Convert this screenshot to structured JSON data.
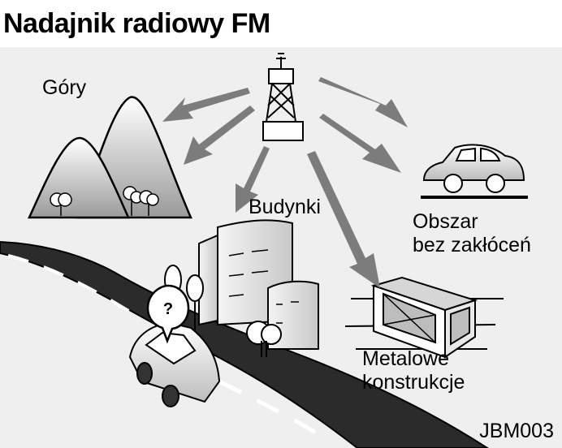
{
  "title": "Nadajnik radiowy FM",
  "labels": {
    "mountains": "Góry",
    "buildings": "Budynki",
    "clear_area_line1": "Obszar",
    "clear_area_line2": "bez zakłóceń",
    "metal_line1": "Metalowe",
    "metal_line2": "konstrukcje",
    "question_mark": "?"
  },
  "figure_code": "JBM003",
  "colors": {
    "background": "#ffffff",
    "panel": "#efefef",
    "ink": "#000000",
    "road": "#2b2b2b",
    "arrow": "#777777"
  },
  "icons": [
    "radio-tower-icon",
    "mountains-icon",
    "buildings-icon",
    "car-icon",
    "metal-structure-icon",
    "road-icon",
    "signal-arrow-icon"
  ]
}
